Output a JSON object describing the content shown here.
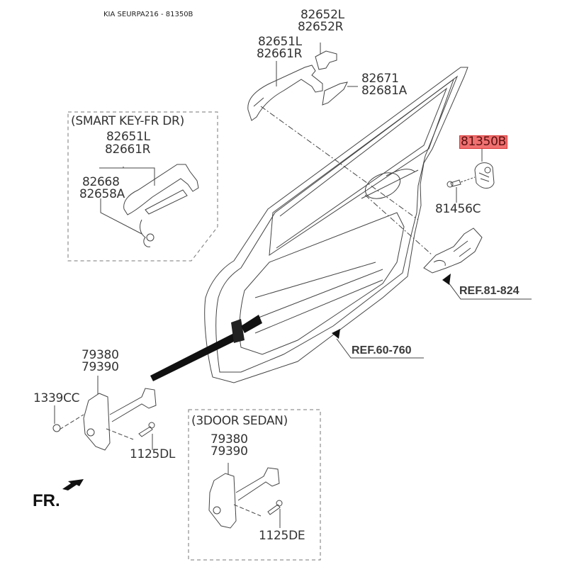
{
  "title": "KIA SEURPA216 - 81350B",
  "highlight_color": "#f07070",
  "groups": {
    "smart_key": "(SMART KEY-FR DR)",
    "three_door": "(3DOOR SEDAN)"
  },
  "labels": {
    "handle_cover": [
      "82652L",
      "82652R"
    ],
    "handle_main": [
      "82651L",
      "82661R"
    ],
    "gasket": [
      "82671",
      "82681A"
    ],
    "sk_handle": [
      "82651L",
      "82661R"
    ],
    "sk_sensor": [
      "82668",
      "82658A"
    ],
    "striker": "81350B",
    "screw": "81456C",
    "ref_latch": "REF.81-824",
    "ref_door": "REF.60-760",
    "checker": [
      "79380",
      "79390"
    ],
    "nut": "1339CC",
    "bolt_dl": "1125DL",
    "checker_3d": [
      "79380",
      "79390"
    ],
    "bolt_de": "1125DE"
  },
  "direction": "FR."
}
